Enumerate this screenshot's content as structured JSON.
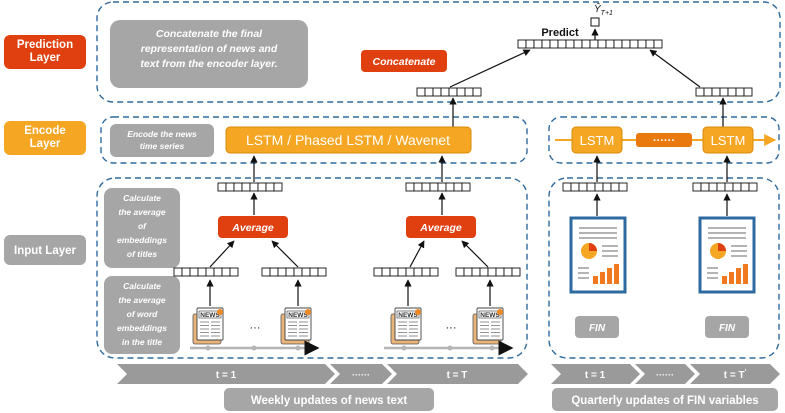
{
  "layers": {
    "prediction": "Prediction\nLayer",
    "encode": "Encode\nLayer",
    "input": "Input Layer"
  },
  "prediction": {
    "note": "Concatenate the final\nrepresentation of news and\ntext from the encoder layer.",
    "concatenate": "Concatenate",
    "predict": "Predict",
    "y_hat": "Ŷ",
    "y_sub": "T+1"
  },
  "encode": {
    "note": "Encode the news\ntime series",
    "lstm_variants": "LSTM / Phased LSTM / Wavenet",
    "lstm_left": "LSTM",
    "lstm_right": "LSTM",
    "dots": "······"
  },
  "input": {
    "note_avg_titles": "Calculate\nthe average\nof\nembeddings\nof titles",
    "note_avg_words": "Calculate\nthe average\nof word\nembeddings\nin the title",
    "average_1": "Average",
    "average_2": "Average",
    "ellipsis": "···",
    "fin_1": "FIN",
    "fin_2": "FIN"
  },
  "timeline": {
    "news_t1": "t = 1",
    "news_dots": "······",
    "news_tT": "t = T",
    "fin_t1": "t = 1",
    "fin_dots": "······",
    "fin_tT": "t = T",
    "fin_tT_sup": "'"
  },
  "footer": {
    "news": "Weekly updates of news text",
    "fin": "Quarterly updates of FIN variables"
  },
  "colors": {
    "red": "#e0400f",
    "orange": "#f5a623",
    "gray": "#a6a6a6",
    "dash": "#2e6a9e"
  }
}
